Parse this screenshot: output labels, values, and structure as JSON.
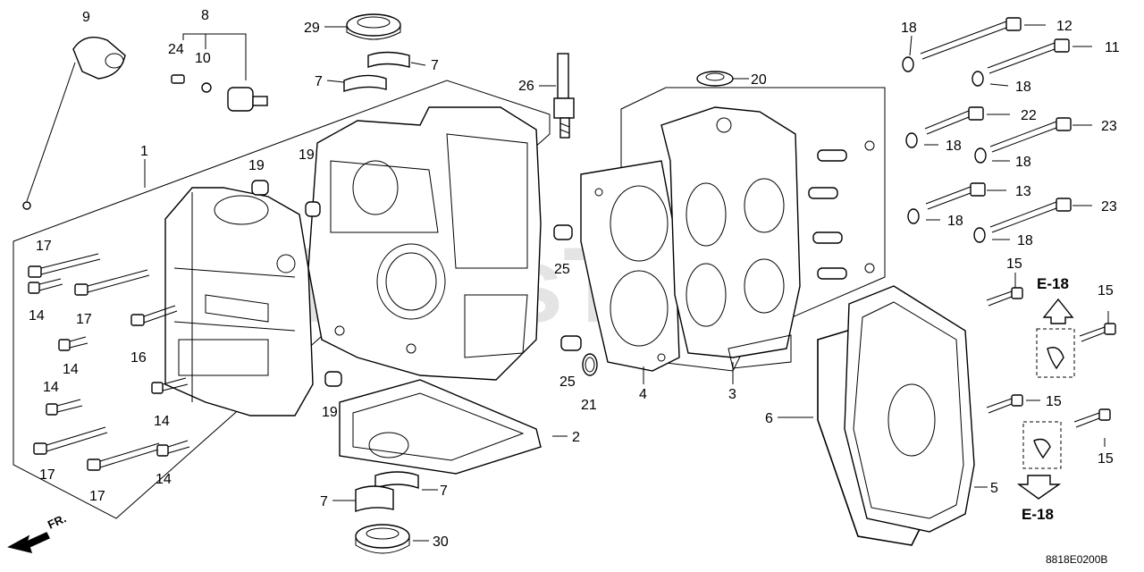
{
  "watermark": "PartsTree",
  "diagram_code": "8818E0200B",
  "direction_label": "FR.",
  "reference_up": "E-18",
  "reference_down": "E-18",
  "callouts": {
    "c1": "1",
    "c2": "2",
    "c3": "3",
    "c4": "4",
    "c5": "5",
    "c6": "6",
    "c7a": "7",
    "c7b": "7",
    "c7c": "7",
    "c7d": "7",
    "c8": "8",
    "c9": "9",
    "c10": "10",
    "c11": "11",
    "c12": "12",
    "c13": "13",
    "c14a": "14",
    "c14b": "14",
    "c14c": "14",
    "c14d": "14",
    "c14e": "14",
    "c15a": "15",
    "c15b": "15",
    "c15c": "15",
    "c15d": "15",
    "c16": "16",
    "c17a": "17",
    "c17b": "17",
    "c17c": "17",
    "c17d": "17",
    "c18a": "18",
    "c18b": "18",
    "c18c": "18",
    "c18d": "18",
    "c18e": "18",
    "c18f": "18",
    "c19a": "19",
    "c19b": "19",
    "c19c": "19",
    "c20": "20",
    "c21": "21",
    "c22": "22",
    "c23a": "23",
    "c23b": "23",
    "c24": "24",
    "c25a": "25",
    "c25b": "25",
    "c26": "26",
    "c29": "29",
    "c30": "30"
  }
}
